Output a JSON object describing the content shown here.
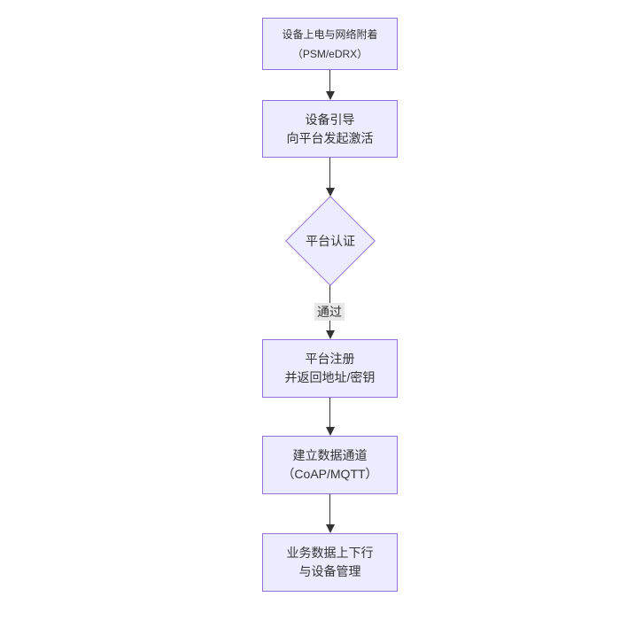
{
  "colors": {
    "page-bg": "#ffffff",
    "node-fill": "#ECECFF",
    "node-border": "#9370DB",
    "node-text": "#333333",
    "edge-color": "#333333",
    "edge-label-bg": "#e8e8e8"
  },
  "diagram": {
    "type": "flowchart",
    "direction": "top-down",
    "nodes": [
      {
        "id": "power-attach",
        "shape": "rect",
        "lines": [
          "设备上电与网络附着",
          "（PSM/eDRX）"
        ]
      },
      {
        "id": "bootstrap",
        "shape": "rect",
        "lines": [
          "设备引导",
          "向平台发起激活"
        ]
      },
      {
        "id": "platform-auth",
        "shape": "diamond",
        "lines": [
          "平台认证"
        ]
      },
      {
        "id": "register",
        "shape": "rect",
        "lines": [
          "平台注册",
          "并返回地址/密钥"
        ]
      },
      {
        "id": "data-channel",
        "shape": "rect",
        "lines": [
          "建立数据通道",
          "（CoAP/MQTT）"
        ]
      },
      {
        "id": "business-data",
        "shape": "rect",
        "lines": [
          "业务数据上下行",
          "与设备管理"
        ]
      }
    ],
    "edges": [
      {
        "from": "power-attach",
        "to": "bootstrap",
        "label": ""
      },
      {
        "from": "bootstrap",
        "to": "platform-auth",
        "label": ""
      },
      {
        "from": "platform-auth",
        "to": "register",
        "label": "通过"
      },
      {
        "from": "register",
        "to": "data-channel",
        "label": ""
      },
      {
        "from": "data-channel",
        "to": "business-data",
        "label": ""
      }
    ]
  }
}
